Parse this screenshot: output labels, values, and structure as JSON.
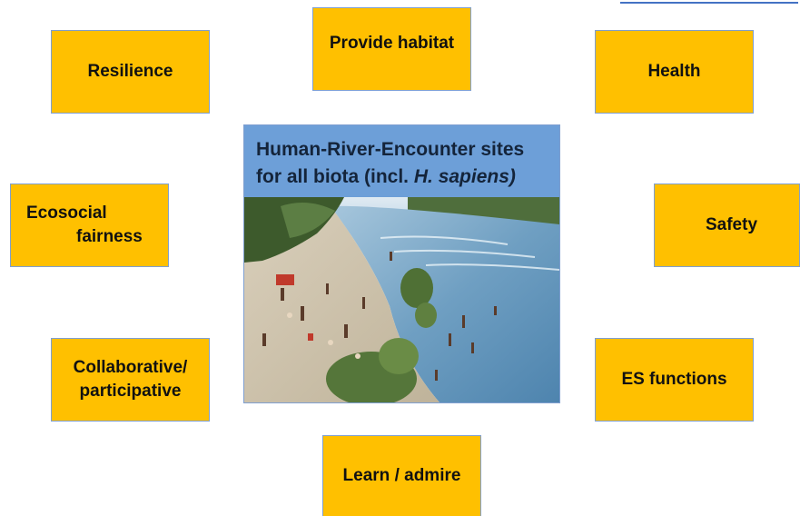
{
  "diagram": {
    "center": {
      "title_line1": "Human-River-Encounter sites",
      "title_line2_prefix": "for all biota (incl. ",
      "title_line2_italic": "H. sapiens)",
      "image": "river-beach-photo"
    },
    "boxes": {
      "provide_habitat": "Provide  habitat",
      "resilience": "Resilience",
      "health": "Health",
      "ecosocial_line1": "Ecosocial",
      "ecosocial_line2": "fairness",
      "safety": "Safety",
      "collaborative_line1": "Collaborative/",
      "collaborative_line2": "participative",
      "es_functions": "ES functions",
      "learn_admire": "Learn / admire"
    }
  },
  "colors": {
    "box_fill": "#ffc000",
    "box_border": "#7f9fd0",
    "title_fill": "#6d9fd8",
    "corner_line": "#4472c4"
  }
}
